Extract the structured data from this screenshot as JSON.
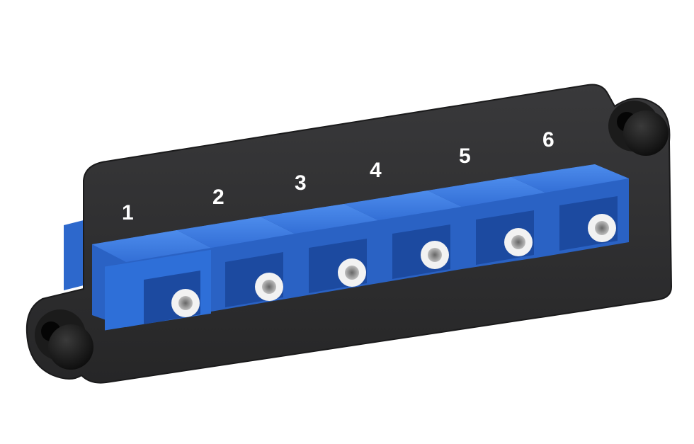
{
  "product": {
    "description": "Black fiber optic adapter panel with six blue SC simplex adapters and two black push-pin fasteners"
  },
  "colors": {
    "background": "#ffffff",
    "panel": "#2e2e30",
    "panel_edge": "#1c1c1d",
    "adapter_blue": "#2e6fd8",
    "adapter_blue_dark": "#1d4fa8",
    "adapter_blue_light": "#4a88e8",
    "ferrule": "#eeeeee",
    "fastener": "#151515",
    "label": "#ffffff"
  },
  "ports": [
    {
      "label": "1"
    },
    {
      "label": "2"
    },
    {
      "label": "3"
    },
    {
      "label": "4"
    },
    {
      "label": "5"
    },
    {
      "label": "6"
    }
  ],
  "fasteners": [
    {
      "position": "bottom-left"
    },
    {
      "position": "top-right"
    }
  ]
}
